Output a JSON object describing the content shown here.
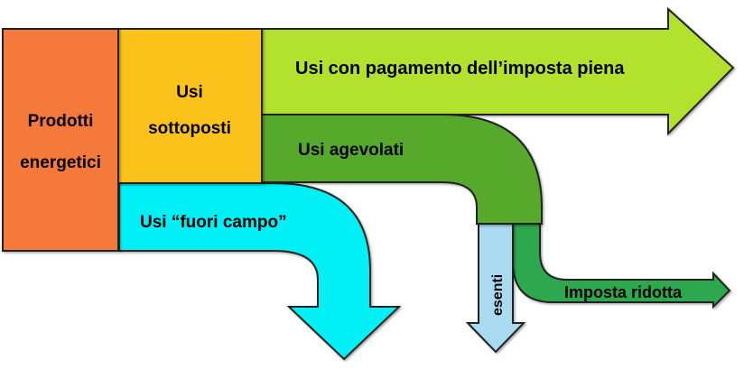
{
  "diagram": {
    "nodes": {
      "prodotti": {
        "line1": "Prodotti",
        "line2": "energetici",
        "color": "#f5793a"
      },
      "sottoposti": {
        "line1": "Usi",
        "line2": "sottoposti",
        "color": "#fcc21b"
      },
      "piena": {
        "label": "Usi con pagamento dell’imposta piena",
        "color": "#b2e12f"
      },
      "agevolati": {
        "label": "Usi agevolati",
        "color": "#57a92c"
      },
      "fuori_campo": {
        "label": "Usi “fuori campo”",
        "color": "#00f0f5"
      },
      "esenti": {
        "label": "esenti",
        "color": "#a9daf0"
      },
      "ridotta": {
        "label": "Imposta ridotta",
        "color": "#2fa84f"
      }
    }
  }
}
